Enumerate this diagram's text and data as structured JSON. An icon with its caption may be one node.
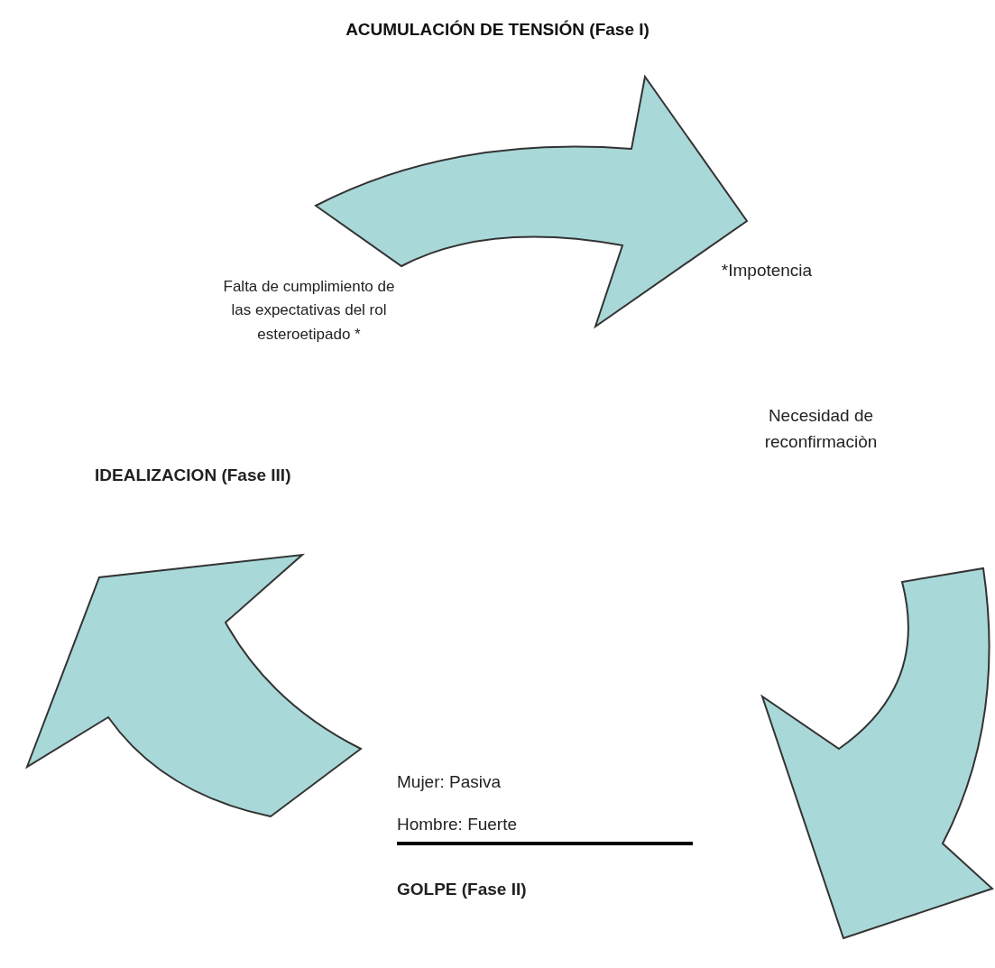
{
  "diagram": {
    "title": "ACUMULACIÓN DE TENSIÓN (Fase I)",
    "nodes": [
      {
        "text": [
          "Falta de cumplimiento de las expectativas del rol esteroetipado *"
        ]
      },
      {
        "text": [
          "*Impotencia"
        ]
      },
      {
        "text": [
          "Necesidad de reconfirmaciòn"
        ]
      },
      {
        "text": [
          "IDEALIZACION (Fase III)"
        ]
      },
      {
        "text": [
          "Mujer: Pasiva",
          "Hombre: Fuerte"
        ]
      }
    ],
    "edges": [
      {
        "from": 0,
        "to": 1,
        "arrow": "to"
      },
      {
        "from": 2,
        "to": 4,
        "arrow": "to"
      },
      {
        "from": 4,
        "to": 3,
        "arrow": "to"
      }
    ],
    "labels": [
      "GOLPE (Fase II)"
    ]
  }
}
